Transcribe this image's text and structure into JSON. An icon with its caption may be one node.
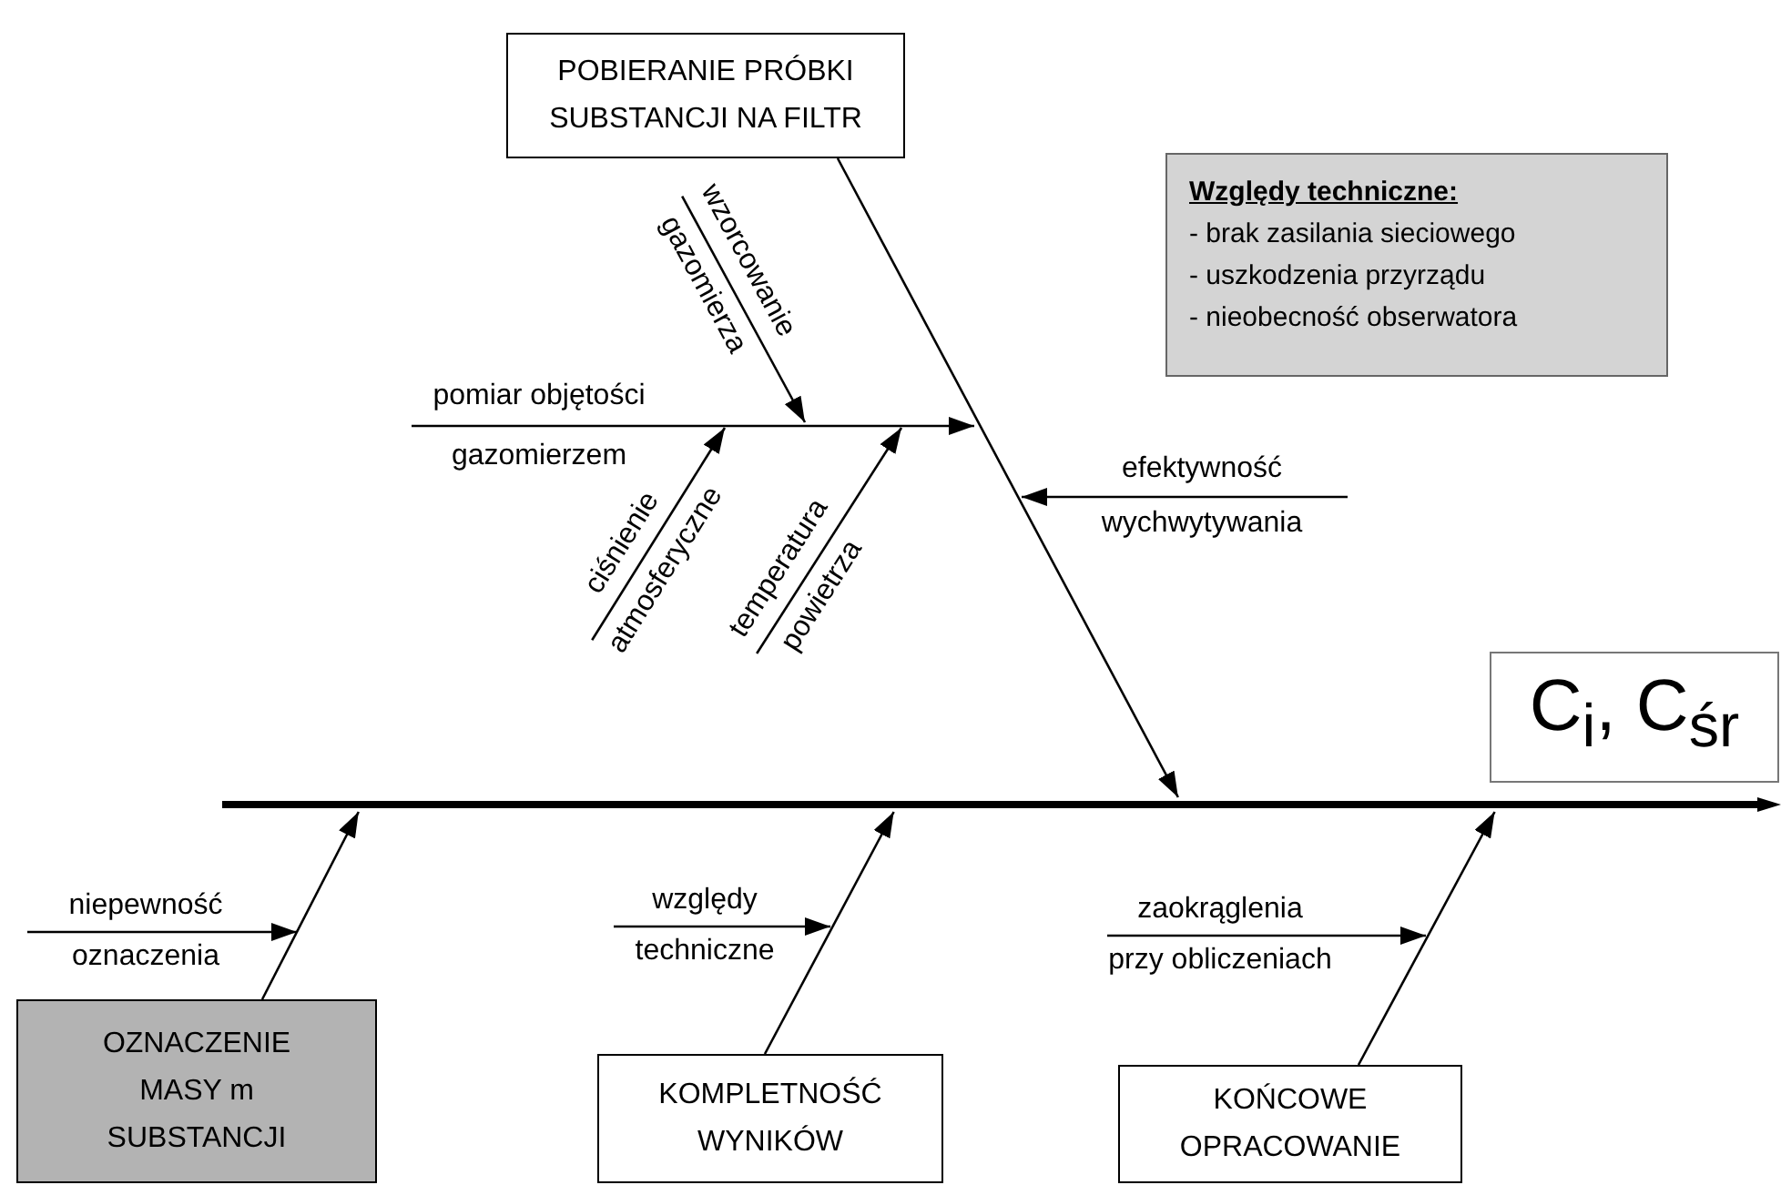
{
  "diagram": {
    "nodes": [
      {
        "text": [
          "POBIERANIE PRÓBKI SUBSTANCJI NA FILTR"
        ]
      },
      {
        "text": [
          "Względy techniczne:",
          "- brak zasilania sieciowego",
          "- uszkodzenia przyrządu",
          "- nieobecność obserwatora"
        ]
      },
      {
        "text": [
          "wzorcowanie gazomierza"
        ]
      },
      {
        "text": [
          "pomiar objętości gazomierzem"
        ]
      },
      {
        "text": [
          "efektywność wychwytywania"
        ]
      },
      {
        "text": [
          "ciśnienie atmosferyczne"
        ]
      },
      {
        "text": [
          "temperatura powietrza"
        ]
      },
      {
        "text": [
          "C$_{i}$, C$_{śr}$"
        ]
      },
      {
        "text": [],
        "shape": "bar"
      },
      {
        "text": [
          "niepewność oznaczenia"
        ]
      },
      {
        "text": [
          "względy techniczne"
        ]
      },
      {
        "text": [
          "zaokrąglenia przy obliczeniach"
        ]
      },
      {
        "text": [
          "OZNACZENIE MASY m SUBSTANCJI"
        ]
      },
      {
        "text": [
          "KOMPLETNOŚĆ WYNIKÓW"
        ]
      },
      {
        "text": [
          "KOŃCOWE OPRACOWANIE"
        ]
      }
    ],
    "edges": [
      {
        "from": 0,
        "to": 8,
        "arrow": "to"
      },
      {
        "from": 12,
        "to": 8,
        "arrow": "to"
      },
      {
        "from": 13,
        "to": 8,
        "arrow": "to"
      },
      {
        "from": 14,
        "to": 8,
        "arrow": "to"
      },
      {
        "from": 2,
        "to": null,
        "arrow": "to"
      },
      {
        "from": 3,
        "to": null,
        "arrow": "to"
      },
      {
        "from": 5,
        "to": null,
        "arrow": "to"
      },
      {
        "from": 6,
        "to": null,
        "arrow": "to"
      },
      {
        "from": 4,
        "to": null,
        "arrow": "to"
      },
      {
        "from": 9,
        "to": null,
        "arrow": "to"
      },
      {
        "from": 10,
        "to": null,
        "arrow": "to"
      },
      {
        "from": 11,
        "to": null,
        "arrow": "to"
      }
    ]
  }
}
